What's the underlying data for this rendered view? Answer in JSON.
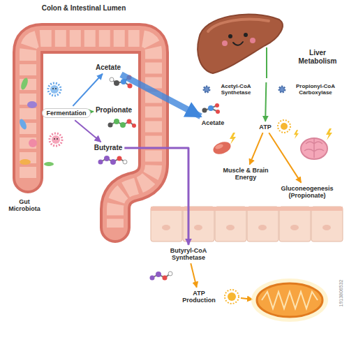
{
  "diagram": {
    "nodes": [
      {
        "text": [
          "Fermentation"
        ]
      },
      {
        "text": [
          "Acetate"
        ]
      },
      {
        "text": [
          "Propionate"
        ]
      },
      {
        "text": [
          "Butyrate"
        ]
      },
      {
        "text": [
          "Liver Metabolism"
        ]
      },
      {
        "text": [
          "Acetate"
        ]
      },
      {
        "text": [
          "ATP"
        ]
      },
      {
        "text": [
          "Muscle & Brain Energy"
        ]
      },
      {
        "text": [
          "Gluconeogenesis (Propionate)"
        ]
      },
      {
        "text": [
          "Butyryl-CoA Synthetase"
        ]
      },
      {
        "text": [
          "ATP Production"
        ]
      }
    ],
    "edges": [
      {
        "from": 0,
        "to": 1,
        "arrow": "to"
      },
      {
        "from": 0,
        "to": 2,
        "arrow": "to"
      },
      {
        "from": 0,
        "to": 3,
        "arrow": "to"
      },
      {
        "from": 1,
        "to": 5,
        "arrow": "to"
      },
      {
        "from": 4,
        "to": 6,
        "arrow": "to"
      },
      {
        "from": 6,
        "to": 7,
        "arrow": "to"
      },
      {
        "from": 6,
        "to": 8,
        "arrow": "to"
      },
      {
        "from": 3,
        "to": 9,
        "arrow": "to"
      },
      {
        "from": 9,
        "to": 10,
        "arrow": "to"
      }
    ],
    "labels": [
      "Colon & Intestinal Lumen",
      "Gut Microbiota",
      "Acetyl-CoA Synthetase",
      "Propionyl-CoA Carboxylase",
      "1913806532"
    ]
  }
}
